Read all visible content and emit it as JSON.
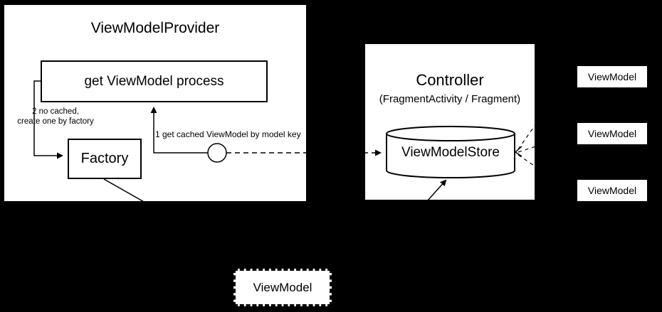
{
  "colors": {
    "background": "#000000",
    "surface": "#ffffff",
    "line": "#000000"
  },
  "provider": {
    "title": "ViewModelProvider",
    "process_box_label": "get ViewModel process",
    "factory_box_label": "Factory",
    "no_cache_label_line1": "2 no cached,",
    "no_cache_label_line2": "create one by factory",
    "get_cached_label": "1 get cached ViewModel by model key"
  },
  "controller": {
    "title": "Controller",
    "subtitle": "(FragmentActivity / Fragment)",
    "store_label": "ViewModelStore"
  },
  "viewmodel_instances": [
    {
      "label": "ViewModel"
    },
    {
      "label": "ViewModel"
    },
    {
      "label": "ViewModel"
    }
  ],
  "new_viewmodel": {
    "label": "ViewModel"
  }
}
